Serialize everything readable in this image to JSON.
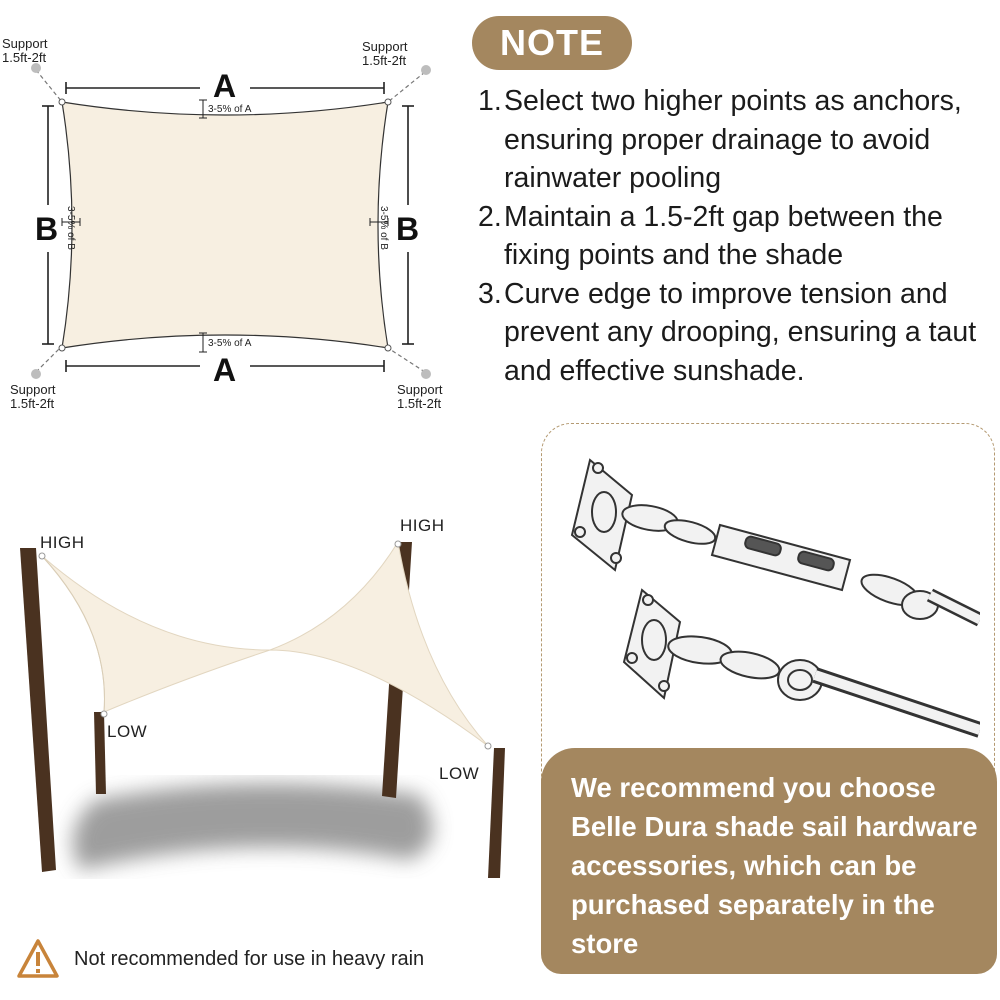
{
  "diagram": {
    "supports": {
      "top_left": {
        "label": "Support",
        "value": "1.5ft-2ft"
      },
      "top_right": {
        "label": "Support",
        "value": "1.5ft-2ft"
      },
      "bottom_left": {
        "label": "Support",
        "value": "1.5ft-2ft"
      },
      "bottom_right": {
        "label": "Support",
        "value": "1.5ft-2ft"
      }
    },
    "side_a": "A",
    "side_b": "B",
    "curve_a": "3-5% of A",
    "curve_b": "3-5% of B"
  },
  "note": {
    "badge": "NOTE",
    "items": [
      {
        "num": "1.",
        "text": "Select two higher points as anchors, ensuring proper drainage to avoid rainwater pooling"
      },
      {
        "num": "2.",
        "text": "Maintain a 1.5-2ft gap between the fixing points and the shade"
      },
      {
        "num": "3.",
        "text": "Curve edge to improve tension and prevent any drooping, ensuring a taut and effective sunshade."
      }
    ]
  },
  "install": {
    "high_left": "HIGH",
    "high_right": "HIGH",
    "low_left": "LOW",
    "low_right": "LOW"
  },
  "recommendation": "We recommend you choose Belle Dura shade sail hardware accessories, which can be purchased separately in the store",
  "warning": {
    "icon": "warning-triangle-icon",
    "text": "Not recommended for use in heavy rain"
  },
  "colors": {
    "accent": "#a4875f",
    "sail": "#f7efe1",
    "pole": "#4a3220"
  }
}
